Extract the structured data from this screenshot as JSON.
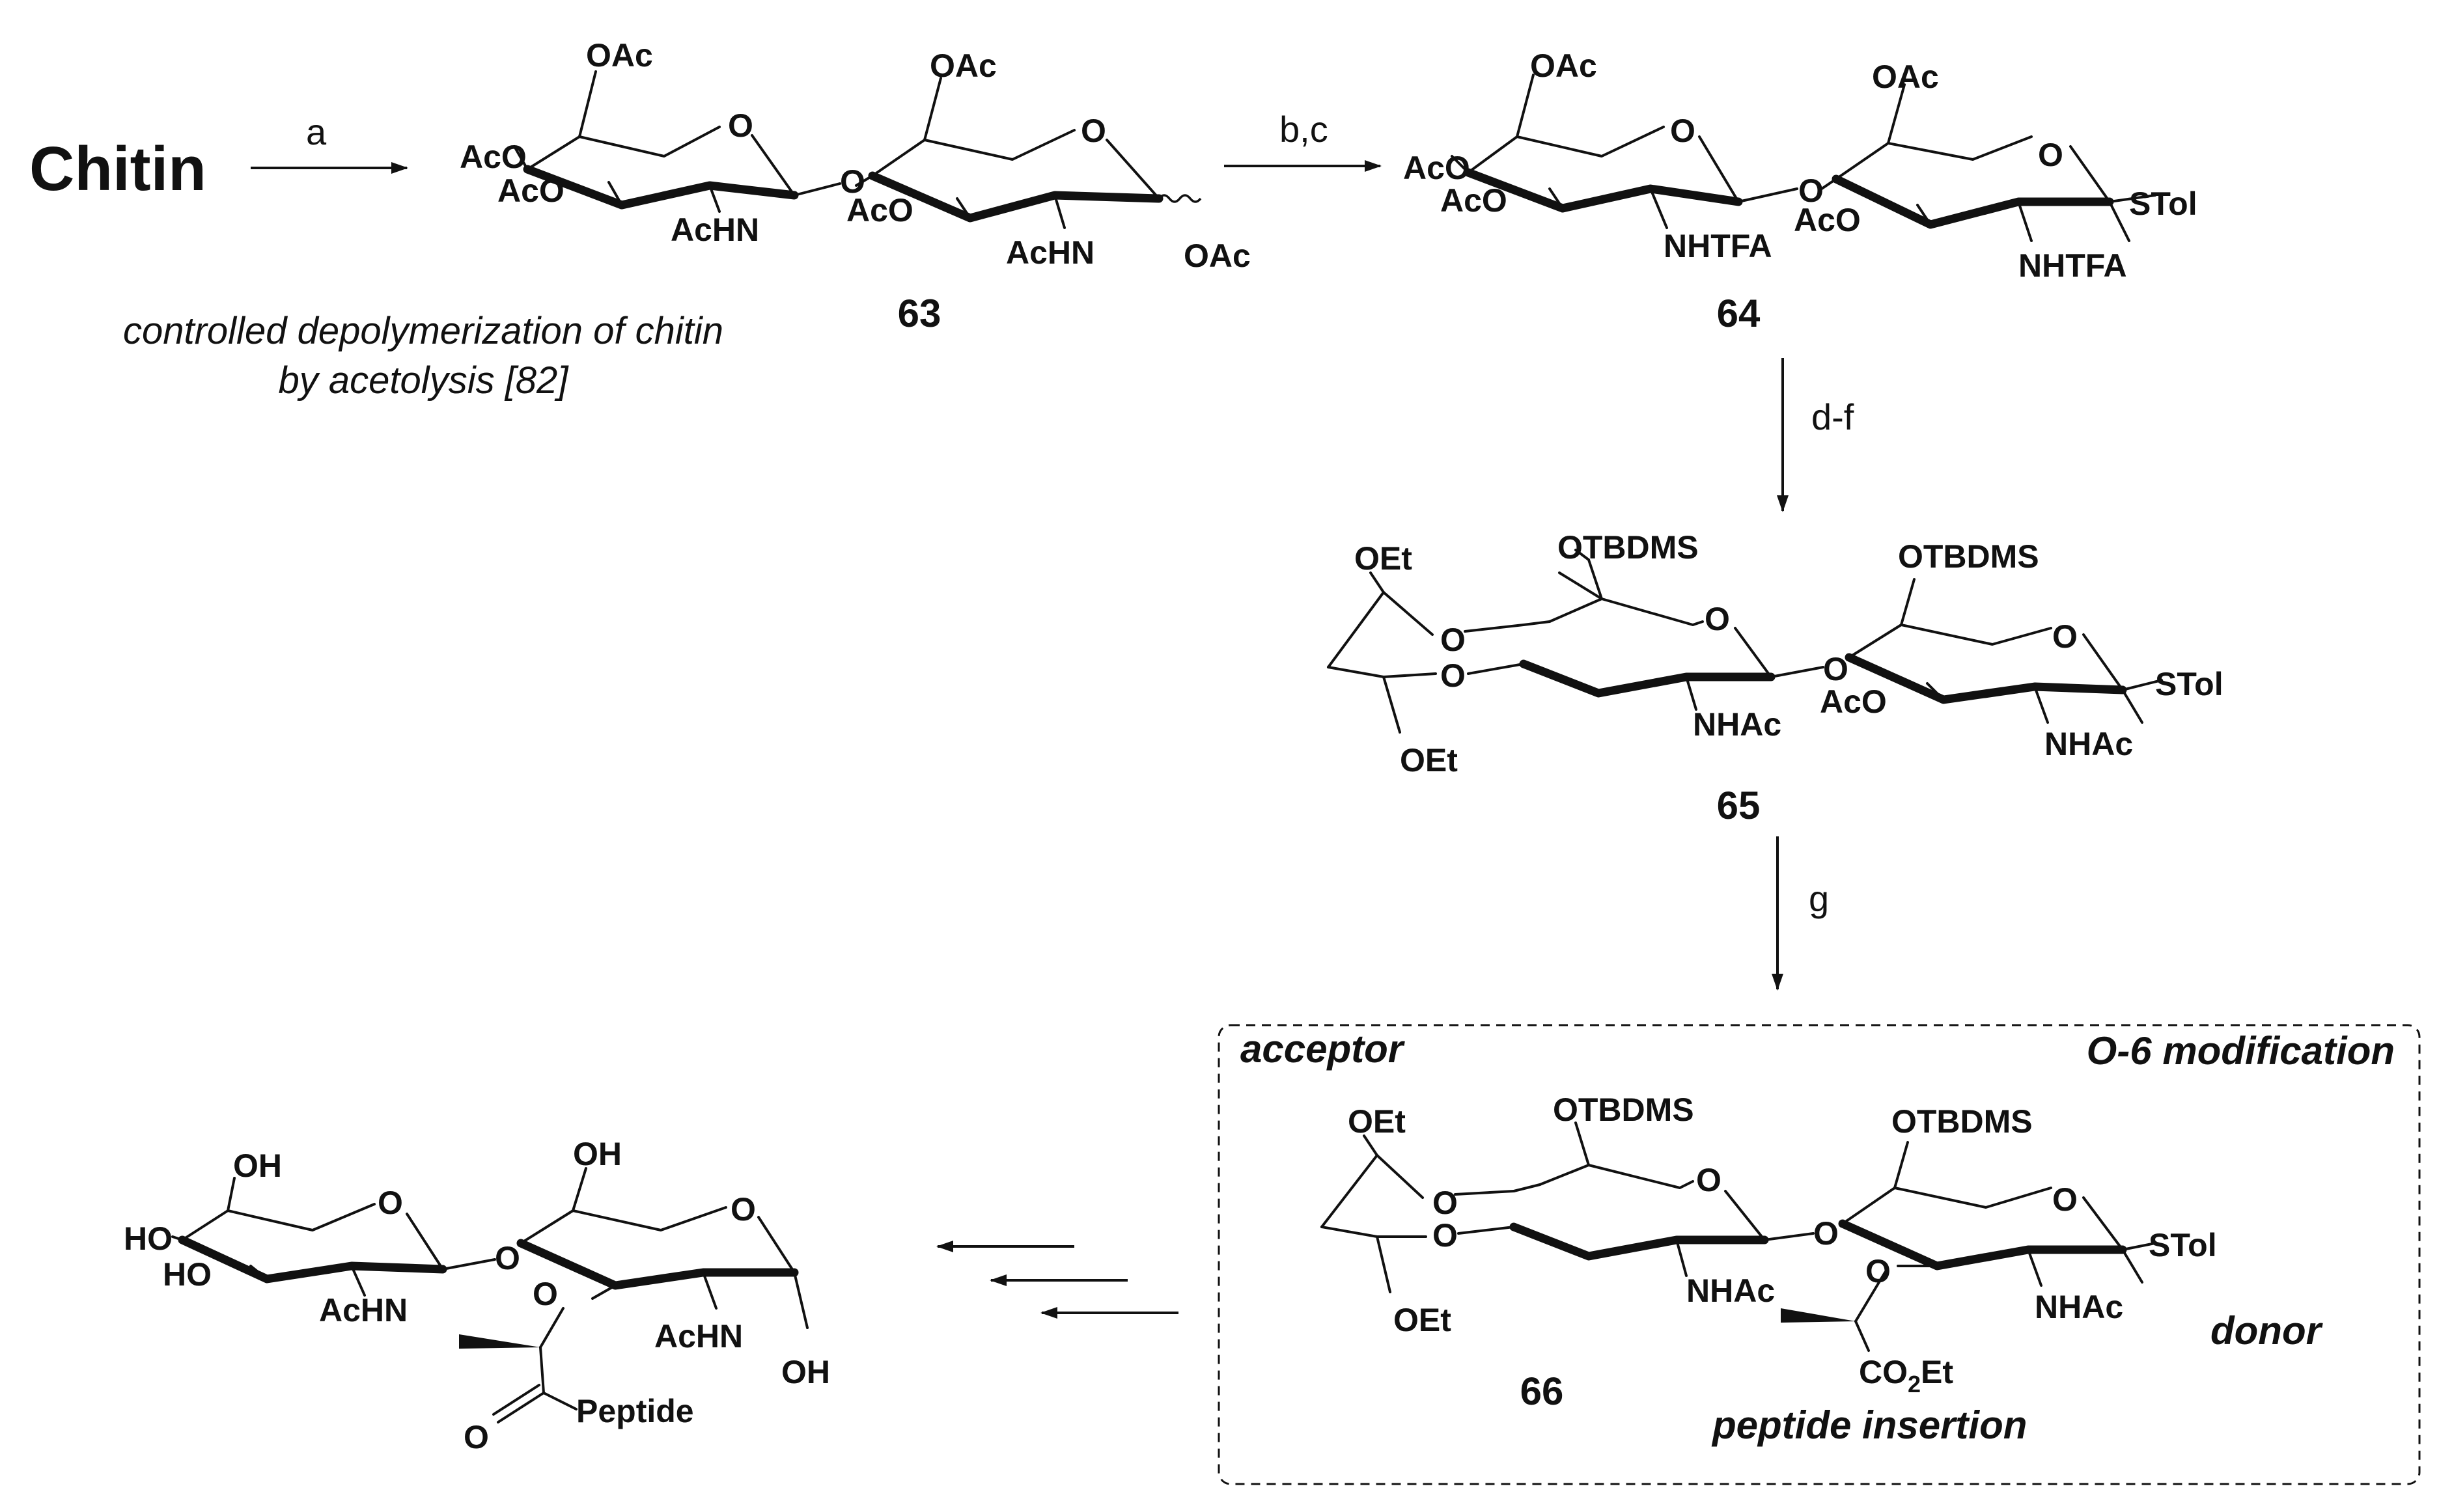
{
  "start_material": "Chitin",
  "steps": {
    "a": "a",
    "bc": "b,c",
    "df": "d-f",
    "g": "g"
  },
  "note": {
    "line1": "controlled depolymerization of chitin",
    "line2": "by acetolysis [82]"
  },
  "compounds": {
    "c63": "63",
    "c64": "64",
    "c65": "65",
    "c66": "66"
  },
  "box_labels": {
    "acceptor": "acceptor",
    "o6": "O-6 modification",
    "donor": "donor",
    "peptide": "peptide insertion"
  },
  "atoms": {
    "OAc": "OAc",
    "AcO": "AcO",
    "AcHN": "AcHN",
    "O": "O",
    "NHTFA": "NHTFA",
    "STol": "STol",
    "OTBDMS": "OTBDMS",
    "OEt": "OEt",
    "NHAc": "NHAc",
    "OH": "OH",
    "HO": "HO",
    "Peptide": "Peptide",
    "CO2Et": "CO",
    "CO2Et_sub": "2",
    "CO2Et_tail": "Et"
  }
}
